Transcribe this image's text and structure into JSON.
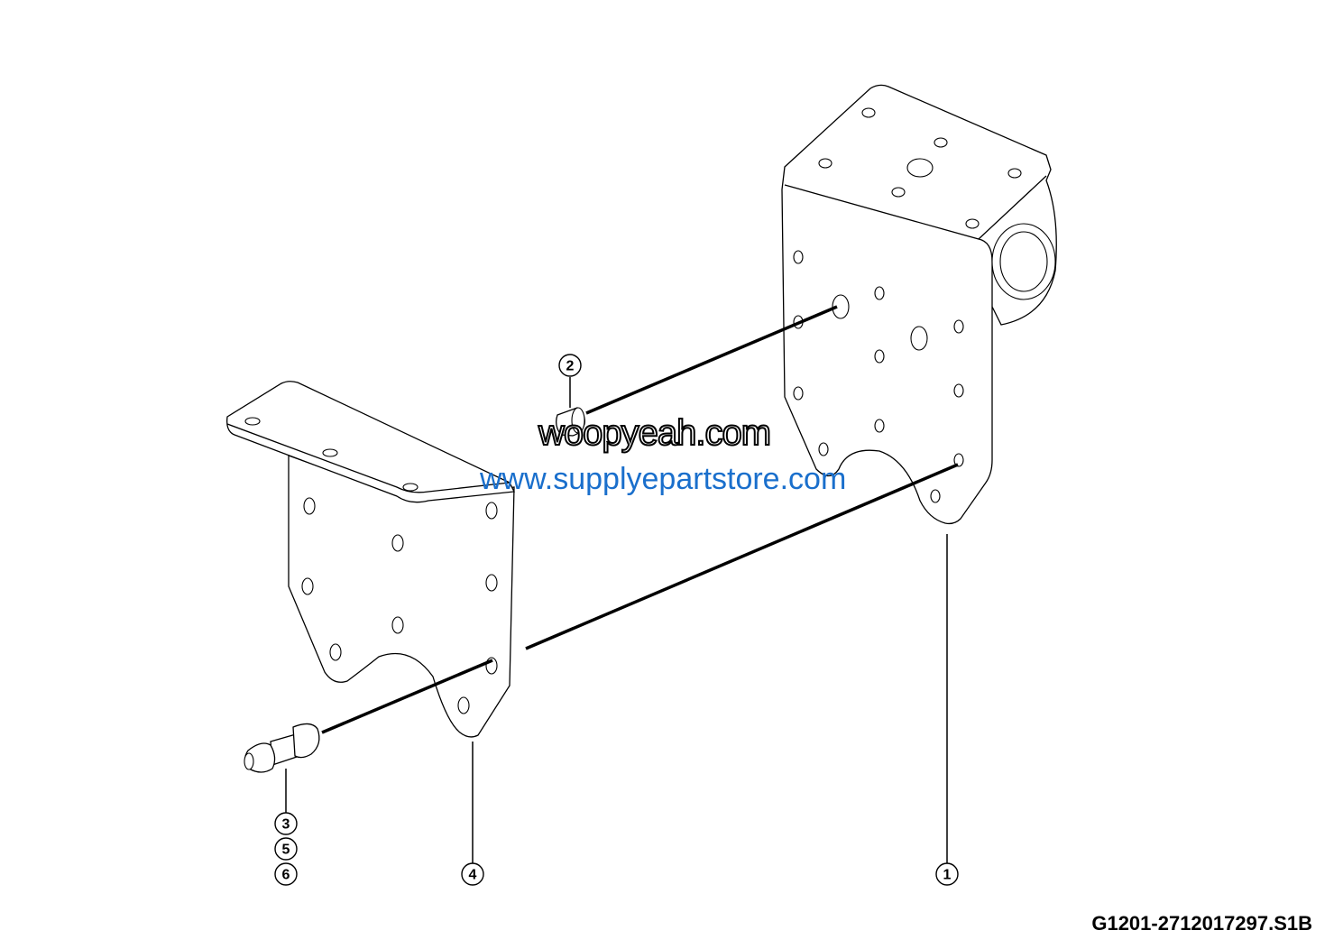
{
  "callouts": [
    "1",
    "2",
    "3",
    "4",
    "5",
    "6"
  ],
  "drawing_code": "G1201-2712017297.S1B",
  "watermarks": {
    "primary": "woopyeah.com",
    "secondary": "www.supplyepartstore.com"
  }
}
